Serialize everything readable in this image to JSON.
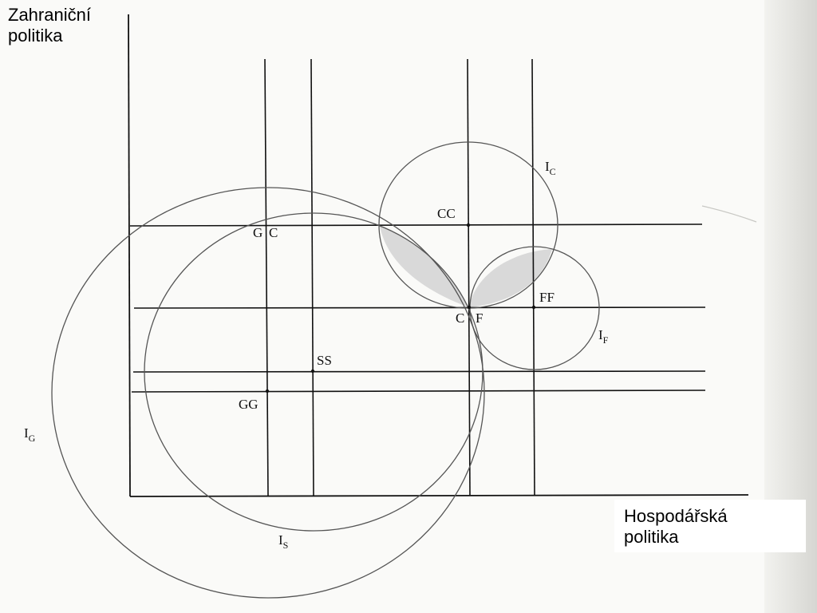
{
  "axes": {
    "y_label_line1": "Zahraniční",
    "y_label_line2": "politika",
    "x_label_line1": "Hospodářská",
    "x_label_line2": "politika"
  },
  "ideal_points": {
    "gg": "GG",
    "ss": "SS",
    "cc": "CC",
    "ff": "FF"
  },
  "intersection_labels": {
    "g": "G",
    "c_upper": "C",
    "c_lower": "C",
    "f": "F"
  },
  "indifference_curves": {
    "g": {
      "main": "I",
      "sub": "G"
    },
    "s": {
      "main": "I",
      "sub": "S"
    },
    "c": {
      "main": "I",
      "sub": "C"
    },
    "f": {
      "main": "I",
      "sub": "F"
    }
  },
  "colors": {
    "lines": "#111111",
    "circles": "#555555",
    "win_set_fill": "#d9d9d9"
  }
}
